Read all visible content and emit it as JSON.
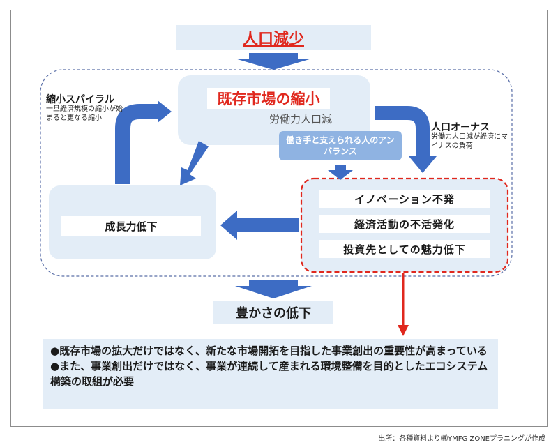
{
  "title": "人口減少",
  "central": {
    "heading": "既存市場の縮小",
    "sub": "労働力人口減",
    "imbalance": "働き手と支えられる人のアンバランス"
  },
  "left_note": {
    "head": "縮小スパイラル",
    "body": "一旦経済規模の縮小が始まると更なる縮小"
  },
  "right_note": {
    "head": "人口オーナス",
    "body": "労働力人口減が経済にマイナスの負荷"
  },
  "growth_box": "成長力低下",
  "issues": [
    "イノベーション不発",
    "経済活動の不活発化",
    "投資先としての魅力低下"
  ],
  "result": "豊かさの低下",
  "bullets": [
    "●既存市場の拡大だけではなく、新たな市場開拓を目指した事業創出の重要性が高まっている",
    "●また、事業創出だけではなく、事業が連続して産まれる環境整備を目的としたエコシステム構築の取組が必要"
  ],
  "source": "出所：各種資料より㈱YMFG ZONEプラニングが作成",
  "colors": {
    "arrow_blue": "#3d6cc4",
    "accent_red": "#e0281e",
    "box_light": "#e3edf7",
    "dashed_blue": "#5a6fa8"
  }
}
